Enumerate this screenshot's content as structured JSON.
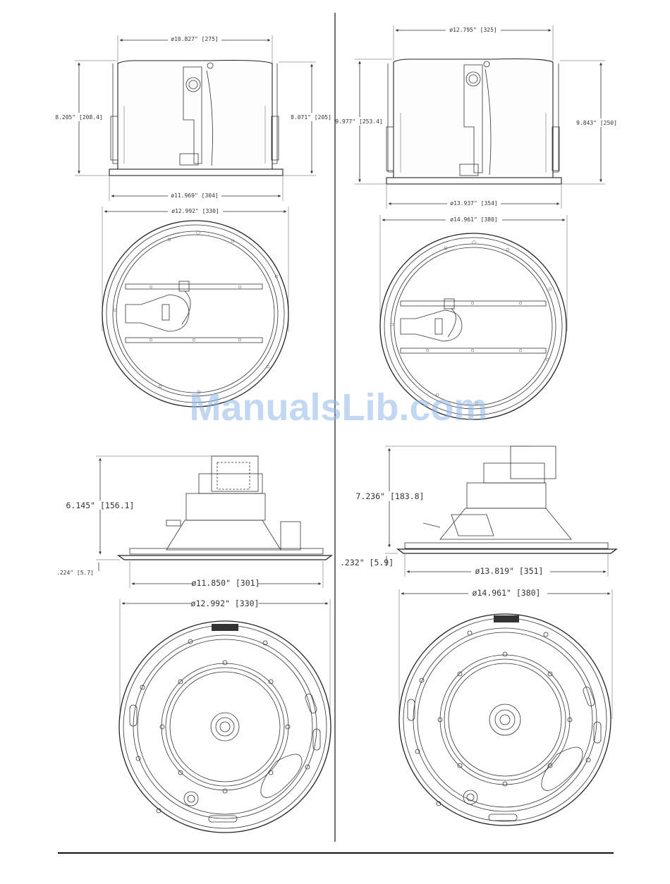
{
  "watermark": "ManualsLib.com",
  "left": {
    "side_top_width": "ø10.827\" [275]",
    "side_height_left": "8.205\" [208.4]",
    "side_height_right": "8.071\" [205]",
    "side_bottom_width": "ø11.969\" [304]",
    "top_view_diameter": "ø12.992\" [330]",
    "profile_height": "6.145\" [156.1]",
    "profile_flange": ".224\" [5.7]",
    "profile_width": "ø11.850\" [301]",
    "front_diameter": "ø12.992\" [330]"
  },
  "right": {
    "side_top_width": "ø12.795\" [325]",
    "side_height_left": "9.977\" [253.4]",
    "side_height_right": "9.843\" [250]",
    "side_bottom_width": "ø13.937\" [354]",
    "top_view_diameter": "ø14.961\" [380]",
    "profile_height": "7.236\" [183.8]",
    "profile_flange": ".232\" [5.9]",
    "profile_width": "ø13.819\" [351]",
    "front_diameter": "ø14.961\" [380]"
  },
  "icons": [
    "speaker-back-can",
    "speaker-mounting-ring",
    "speaker-profile",
    "speaker-front-grille"
  ]
}
